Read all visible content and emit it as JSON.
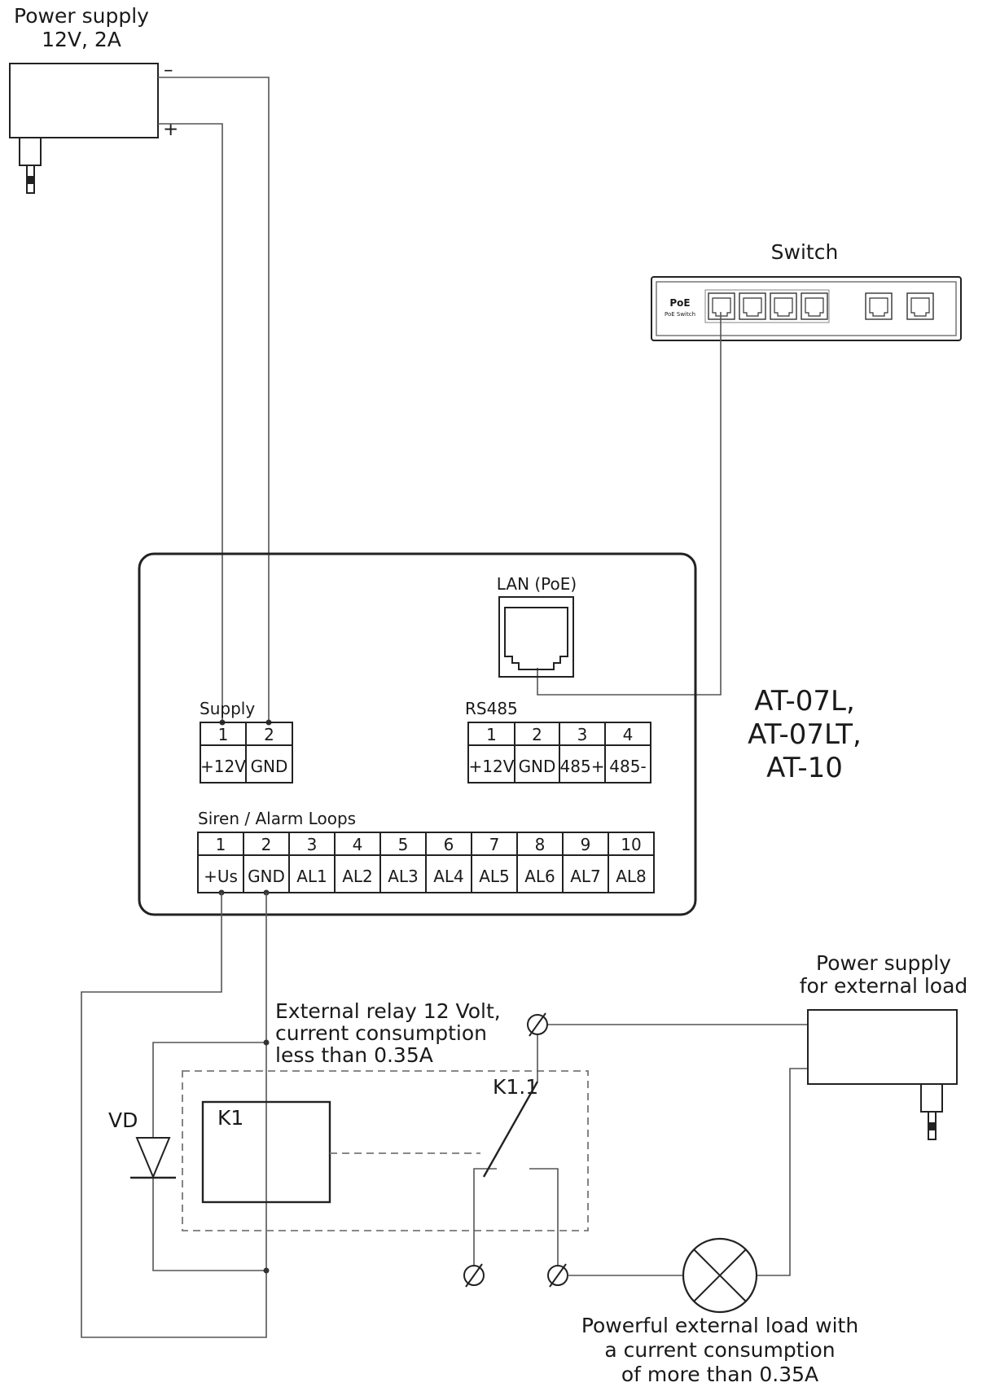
{
  "power_supply": {
    "title": "Power supply",
    "rating": "12V, 2A",
    "minus": "–",
    "plus": "+"
  },
  "switch": {
    "title": "Switch",
    "brand": "PoE",
    "brand_sub": "PoE Switch"
  },
  "device": {
    "lan_label": "LAN (PoE)",
    "models": [
      "AT-07L,",
      "AT-07LT,",
      "AT-10"
    ],
    "supply": {
      "title": "Supply",
      "numbers": [
        "1",
        "2"
      ],
      "labels": [
        "+12V",
        "GND"
      ]
    },
    "rs485": {
      "title": "RS485",
      "numbers": [
        "1",
        "2",
        "3",
        "4"
      ],
      "labels": [
        "+12V",
        "GND",
        "485+",
        "485-"
      ]
    },
    "siren": {
      "title": "Siren / Alarm Loops",
      "numbers": [
        "1",
        "2",
        "3",
        "4",
        "5",
        "6",
        "7",
        "8",
        "9",
        "10"
      ],
      "labels": [
        "+Us",
        "GND",
        "AL1",
        "AL2",
        "AL3",
        "AL4",
        "AL5",
        "AL6",
        "AL7",
        "AL8"
      ]
    }
  },
  "relay": {
    "note": [
      "External relay 12 Volt,",
      "current consumption",
      "less than 0.35A"
    ],
    "coil": "K1",
    "contact": "K1.1",
    "diode": "VD"
  },
  "external_supply": {
    "title": [
      "Power supply",
      "for external load"
    ]
  },
  "load": {
    "note": [
      "Powerful external load with",
      "a current consumption",
      "of more than 0.35A"
    ]
  },
  "colors": {
    "wire": "#555555",
    "outline": "#222222",
    "background": "#ffffff"
  }
}
